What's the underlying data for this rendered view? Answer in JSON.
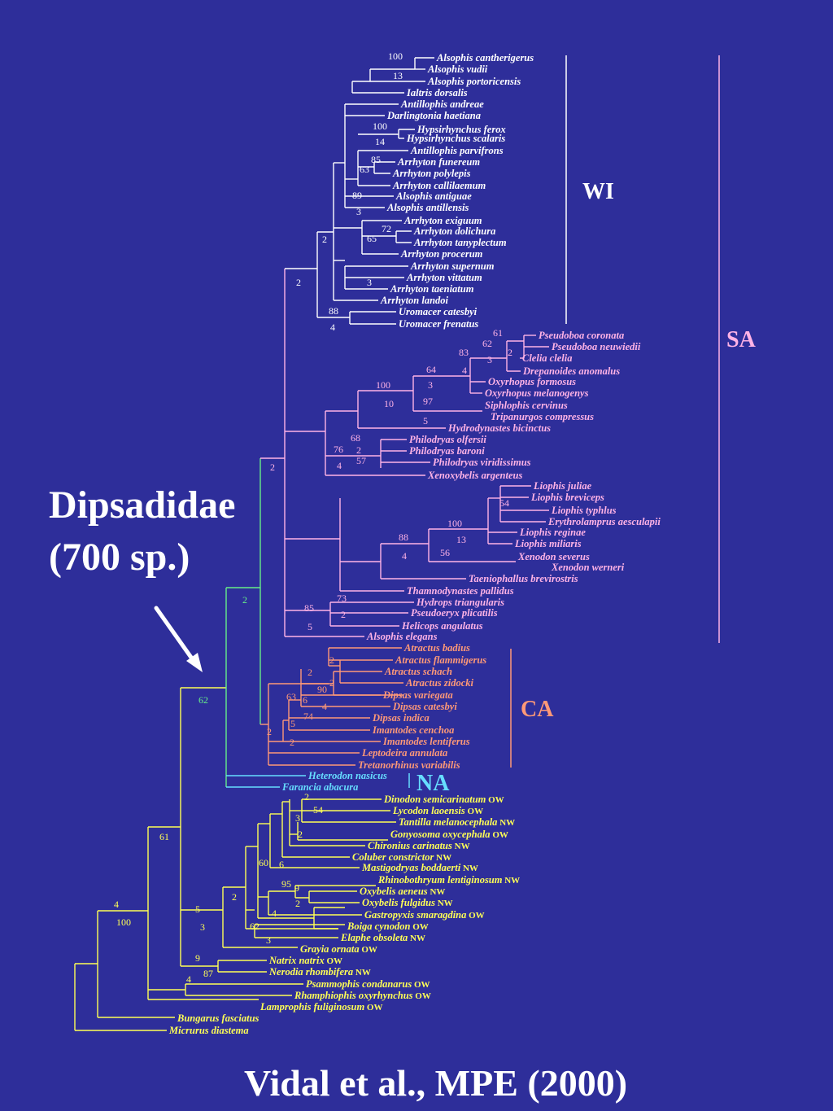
{
  "colors": {
    "background": "#2e2e9a",
    "WI": "#ffffff",
    "SA": "#ffb3e6",
    "CA": "#ff9977",
    "NA": "#66ddff",
    "outgroup": "#ffff55",
    "dipsadid_stem": "#66ee88",
    "arrow": "#ffffff"
  },
  "family_label": {
    "line1": "Dipsadidae",
    "line2": "(700 sp.)"
  },
  "citation": "Vidal et al., MPE (2000)",
  "clade_labels": [
    {
      "id": "WI",
      "text": "WI",
      "color": "#ffffff"
    },
    {
      "id": "SA",
      "text": "SA",
      "color": "#ffb3e6"
    },
    {
      "id": "CA",
      "text": "CA",
      "color": "#ff9977"
    },
    {
      "id": "NA",
      "text": "NA",
      "color": "#66ddff"
    }
  ],
  "taxa": [
    {
      "name": "Alsophis cantherigerus",
      "region": ""
    },
    {
      "name": "Alsophis vudii",
      "region": ""
    },
    {
      "name": "Alsophis portoricensis",
      "region": ""
    },
    {
      "name": "Ialtris dorsalis",
      "region": ""
    },
    {
      "name": "Antillophis andreae",
      "region": ""
    },
    {
      "name": "Darlingtonia haetiana",
      "region": ""
    },
    {
      "name": "Hypsirhynchus ferox",
      "region": ""
    },
    {
      "name": "Hypsirhynchus scalaris",
      "region": ""
    },
    {
      "name": "Antillophis parvifrons",
      "region": ""
    },
    {
      "name": "Arrhyton funereum",
      "region": ""
    },
    {
      "name": "Arrhyton polylepis",
      "region": ""
    },
    {
      "name": "Arrhyton callilaemum",
      "region": ""
    },
    {
      "name": "Alsophis antiguae",
      "region": ""
    },
    {
      "name": "Alsophis antillensis",
      "region": ""
    },
    {
      "name": "Arrhyton exiguum",
      "region": ""
    },
    {
      "name": "Arrhyton dolichura",
      "region": ""
    },
    {
      "name": "Arrhyton tanyplectum",
      "region": ""
    },
    {
      "name": "Arrhyton procerum",
      "region": ""
    },
    {
      "name": "Arrhyton supernum",
      "region": ""
    },
    {
      "name": "Arrhyton vittatum",
      "region": ""
    },
    {
      "name": "Arrhyton taeniatum",
      "region": ""
    },
    {
      "name": "Arrhyton landoi",
      "region": ""
    },
    {
      "name": "Uromacer catesbyi",
      "region": ""
    },
    {
      "name": "Uromacer frenatus",
      "region": ""
    },
    {
      "name": "Pseudoboa coronata",
      "region": ""
    },
    {
      "name": "Pseudoboa neuwiedii",
      "region": ""
    },
    {
      "name": "Clelia clelia",
      "region": ""
    },
    {
      "name": "Drepanoides anomalus",
      "region": ""
    },
    {
      "name": "Oxyrhopus formosus",
      "region": ""
    },
    {
      "name": "Oxyrhopus melanogenys",
      "region": ""
    },
    {
      "name": "Siphlophis cervinus",
      "region": ""
    },
    {
      "name": "Tripanurgos compressus",
      "region": ""
    },
    {
      "name": "Hydrodynastes bicinctus",
      "region": ""
    },
    {
      "name": "Philodryas olfersii",
      "region": ""
    },
    {
      "name": "Philodryas baroni",
      "region": ""
    },
    {
      "name": "Philodryas viridissimus",
      "region": ""
    },
    {
      "name": "Xenoxybelis argenteus",
      "region": ""
    },
    {
      "name": "Liophis juliae",
      "region": ""
    },
    {
      "name": "Liophis breviceps",
      "region": ""
    },
    {
      "name": "Liophis typhlus",
      "region": ""
    },
    {
      "name": "Erythrolamprus aesculapii",
      "region": ""
    },
    {
      "name": "Liophis reginae",
      "region": ""
    },
    {
      "name": "Liophis miliaris",
      "region": ""
    },
    {
      "name": "Xenodon severus",
      "region": ""
    },
    {
      "name": "Xenodon werneri",
      "region": ""
    },
    {
      "name": "Taeniophallus brevirostris",
      "region": ""
    },
    {
      "name": "Thamnodynastes pallidus",
      "region": ""
    },
    {
      "name": "Hydrops triangularis",
      "region": ""
    },
    {
      "name": "Pseudoeryx plicatilis",
      "region": ""
    },
    {
      "name": "Helicops angulatus",
      "region": ""
    },
    {
      "name": "Alsophis elegans",
      "region": ""
    },
    {
      "name": "Atractus badius",
      "region": ""
    },
    {
      "name": "Atractus flammigerus",
      "region": ""
    },
    {
      "name": "Atractus schach",
      "region": ""
    },
    {
      "name": "Atractus zidocki",
      "region": ""
    },
    {
      "name": "Dipsas variegata",
      "region": ""
    },
    {
      "name": "Dipsas catesbyi",
      "region": ""
    },
    {
      "name": "Dipsas indica",
      "region": ""
    },
    {
      "name": "Imantodes cenchoa",
      "region": ""
    },
    {
      "name": "Imantodes lentiferus",
      "region": ""
    },
    {
      "name": "Leptodeira annulata",
      "region": ""
    },
    {
      "name": "Tretanorhinus variabilis",
      "region": ""
    },
    {
      "name": "Heterodon nasicus",
      "region": ""
    },
    {
      "name": "Farancia abacura",
      "region": ""
    },
    {
      "name": "Dinodon semicarinatum",
      "region": "OW"
    },
    {
      "name": "Lycodon laoensis",
      "region": "OW"
    },
    {
      "name": "Tantilla melanocephala",
      "region": "NW"
    },
    {
      "name": "Gonyosoma oxycephala",
      "region": "OW"
    },
    {
      "name": "Chironius carinatus",
      "region": "NW"
    },
    {
      "name": "Coluber constrictor",
      "region": "NW"
    },
    {
      "name": "Mastigodryas boddaerti",
      "region": "NW"
    },
    {
      "name": "Rhinobothryum lentiginosum",
      "region": "NW"
    },
    {
      "name": "Oxybelis aeneus",
      "region": "NW"
    },
    {
      "name": "Oxybelis fulgidus",
      "region": "NW"
    },
    {
      "name": "Gastropyxis smaragdina",
      "region": "OW"
    },
    {
      "name": "Boiga cynodon",
      "region": "OW"
    },
    {
      "name": "Elaphe obsoleta",
      "region": "NW"
    },
    {
      "name": "Grayia ornata",
      "region": "OW"
    },
    {
      "name": "Natrix natrix",
      "region": "OW"
    },
    {
      "name": "Nerodia rhombifera",
      "region": "NW"
    },
    {
      "name": "Psammophis condanarus",
      "region": "OW"
    },
    {
      "name": "Rhamphiophis oxyrhynchus",
      "region": "OW"
    },
    {
      "name": "Lamprophis fuliginosum",
      "region": "OW"
    },
    {
      "name": "Bungarus fasciatus",
      "region": ""
    },
    {
      "name": "Micrurus diastema",
      "region": ""
    }
  ],
  "support_values": [
    "100",
    "13",
    "100",
    "14",
    "85",
    "63",
    "89",
    "3",
    "72",
    "65",
    "2",
    "3",
    "2",
    "88",
    "4",
    "61",
    "62",
    "2",
    "3",
    "83",
    "64",
    "4",
    "100",
    "3",
    "10",
    "97",
    "5",
    "68",
    "76",
    "2",
    "4",
    "57",
    "2",
    "100",
    "88",
    "13",
    "4",
    "56",
    "54",
    "73",
    "85",
    "2",
    "5",
    "2",
    "2",
    "2",
    "90",
    "2",
    "63",
    "6",
    "4",
    "74",
    "5",
    "2",
    "2",
    "62",
    "2",
    "54",
    "3",
    "2",
    "60",
    "6",
    "95",
    "9",
    "2",
    "4",
    "2",
    "62",
    "5",
    "3",
    "3",
    "61",
    "4",
    "100",
    "9",
    "87",
    "4"
  ]
}
